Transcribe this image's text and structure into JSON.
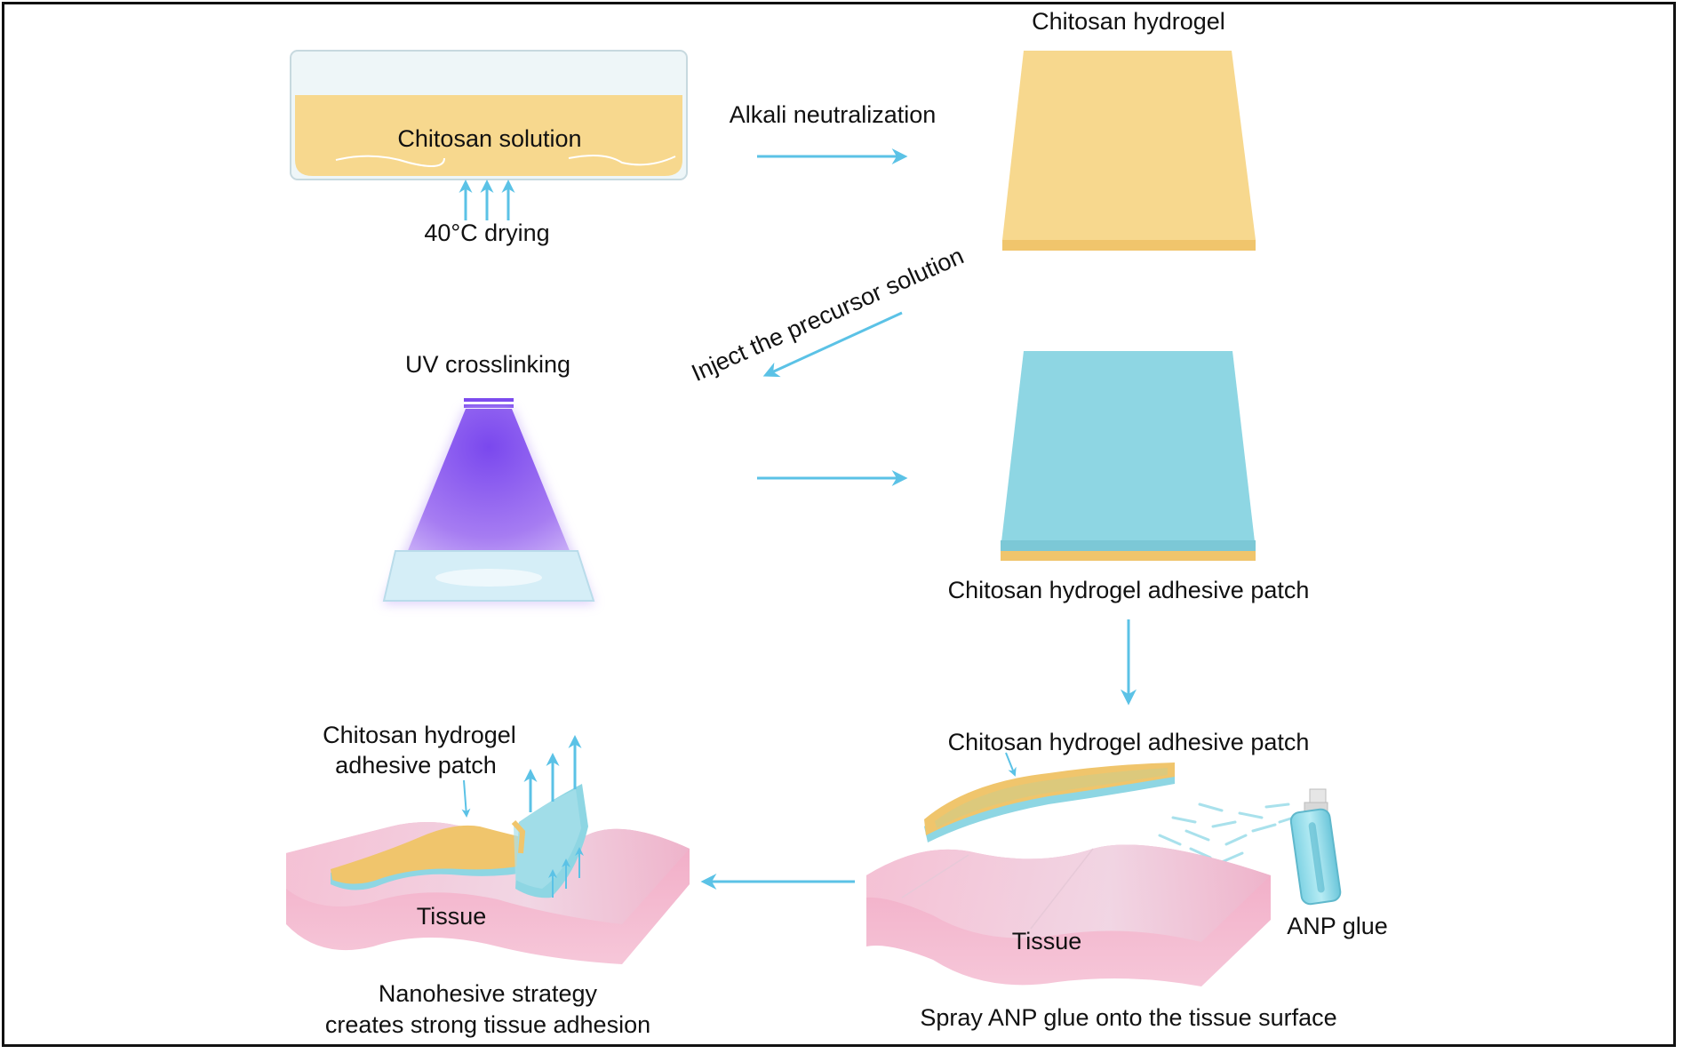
{
  "colors": {
    "arrow": "#5bc2e6",
    "chitosan": "#f7d88e",
    "chitosan_edge": "#f0c56c",
    "hydrogel_blue": "#8ed6e3",
    "tissue_pink": "#f2b8cf",
    "uv_purple": "#8a5cf0"
  },
  "icons": {
    "dish": "petri-dish-icon",
    "uv_lamp": "uv-lamp-icon",
    "spray_bottle": "spray-bottle-icon",
    "tissue": "tissue-block-icon"
  },
  "labels": {
    "chitosan_solution": "Chitosan solution",
    "drying": "40°C drying",
    "alkali": "Alkali neutralization",
    "chitosan_hydrogel": "Chitosan hydrogel",
    "inject": "Inject the precursor solution",
    "uv": "UV crosslinking",
    "adhesive_patch_middle": "Chitosan hydrogel adhesive patch",
    "adhesive_patch_bottom": "Chitosan hydrogel adhesive patch",
    "anp_glue": "ANP glue",
    "tissue_right": "Tissue",
    "spray_caption": "Spray ANP glue onto the tissue surface",
    "patch_left_line1": "Chitosan hydrogel",
    "patch_left_line2": "adhesive patch",
    "tissue_left": "Tissue",
    "nano_line1": "Nanohesive strategy",
    "nano_line2": "creates strong tissue adhesion"
  }
}
